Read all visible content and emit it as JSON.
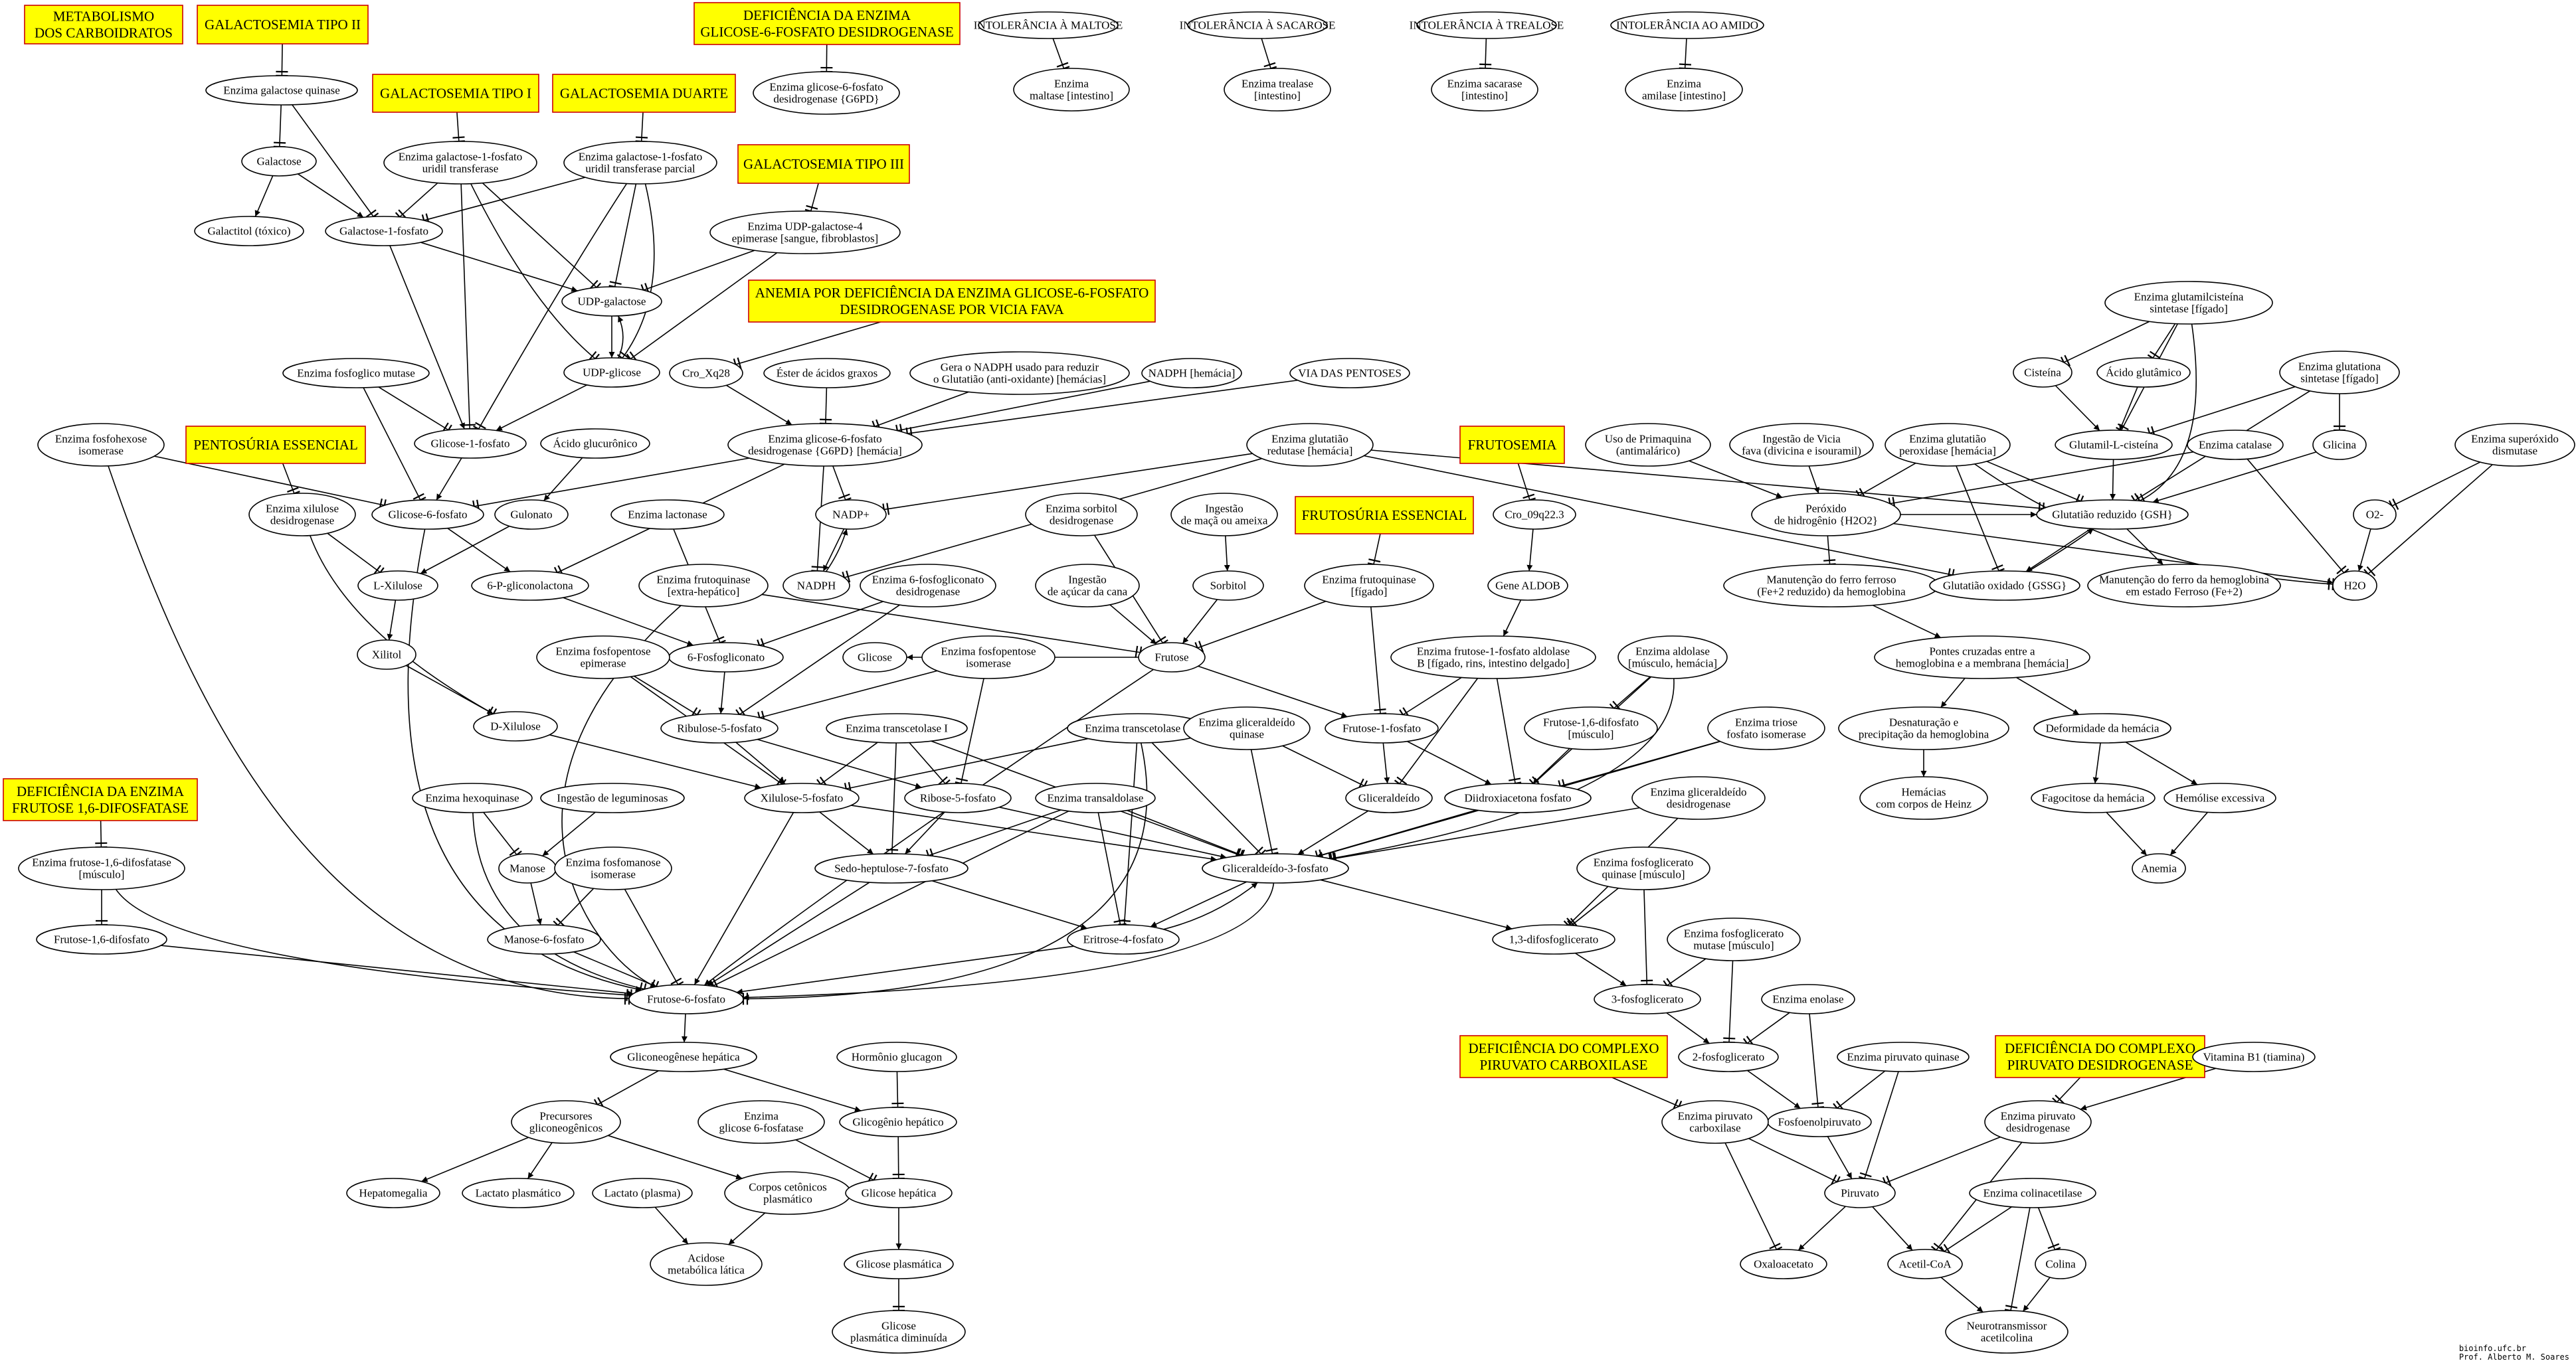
{
  "title": [
    "METABOLISMO",
    "DOS CARBOIDRATOS"
  ],
  "credits": [
    "bioinfo.ufc.br",
    "Prof. Alberto M. Soares"
  ],
  "colors": {
    "box_fill": "#ffff00",
    "box_stroke": "#cc0000",
    "title_text": "#ff0000",
    "edge": "#000000",
    "node_stroke": "#000000"
  },
  "boxes": {
    "b_gal2": [
      "GALACTOSEMIA TIPO II"
    ],
    "b_gal1": [
      "GALACTOSEMIA TIPO I"
    ],
    "b_galduarte": [
      "GALACTOSEMIA DUARTE"
    ],
    "b_gal3": [
      "GALACTOSEMIA TIPO III"
    ],
    "b_g6pd": [
      "DEFICIÊNCIA DA ENZIMA",
      "GLICOSE-6-FOSFATO DESIDROGENASE"
    ],
    "b_anemia": [
      "ANEMIA POR DEFICIÊNCIA DA ENZIMA GLICOSE-6-FOSFATO",
      "DESIDROGENASE POR VICIA FAVA"
    ],
    "b_pentos": [
      "PENTOSÚRIA ESSENCIAL"
    ],
    "b_frutosemia": [
      "FRUTOSEMIA"
    ],
    "b_frutosuria": [
      "FRUTOSÚRIA ESSENCIAL"
    ],
    "b_f16": [
      "DEFICIÊNCIA DA ENZIMA",
      "FRUTOSE 1,6-DIFOSFATASE"
    ],
    "b_pc": [
      "DEFICIÊNCIA DO COMPLEXO",
      "PIRUVATO CARBOXILASE"
    ],
    "b_pdh": [
      "DEFICIÊNCIA DO COMPLEXO",
      "PIRUVATO DESIDROGENASE"
    ]
  },
  "nodes": {
    "int_maltose": [
      "INTOLERÂNCIA À MALTOSE"
    ],
    "int_sacarose": [
      "INTOLERÂNCIA À SACAROSE"
    ],
    "int_trealose": [
      "INTOLERÂNCIA À TREALOSE"
    ],
    "int_amido": [
      "INTOLERÂNCIA AO AMIDO"
    ],
    "e_maltase": [
      "Enzima",
      "maltase [intestino]"
    ],
    "e_trealase": [
      "Enzima trealase",
      "[intestino]"
    ],
    "e_sacarase": [
      "Enzima sacarase",
      "[intestino]"
    ],
    "e_amilase": [
      "Enzima",
      "amilase [intestino]"
    ],
    "e_g6pd1": [
      "Enzima glicose-6-fosfato",
      "desidrogenase {G6PD}"
    ],
    "e_galquinase": [
      "Enzima galactose quinase"
    ],
    "galactose": [
      "Galactose"
    ],
    "galactitol": [
      "Galactitol (tóxico)"
    ],
    "gal1p": [
      "Galactose-1-fosfato"
    ],
    "e_galt": [
      "Enzima galactose-1-fosfato",
      "uridil transferase"
    ],
    "e_galtp": [
      "Enzima galactose-1-fosfato",
      "uridil transferase parcial"
    ],
    "e_galepi": [
      "Enzima UDP-galactose-4",
      "epimerase [sangue, fibroblastos]"
    ],
    "udpgal": [
      "UDP-galactose"
    ],
    "udpglc": [
      "UDP-glicose"
    ],
    "e_fosfoglicomutase": [
      "Enzima fosfoglico mutase"
    ],
    "glc1p": [
      "Glicose-1-fosfato"
    ],
    "cro_xq28": [
      "Cro_Xq28"
    ],
    "ester": [
      "Éster de ácidos graxos"
    ],
    "gera_nadph": [
      "Gera o NADPH usado para reduzir",
      "o Glutatião (anti-oxidante) [hemácias]"
    ],
    "nadph_hem": [
      "NADPH [hemácia]"
    ],
    "via_pent": [
      "VIA DAS PENTOSES"
    ],
    "e_g6pd2": [
      "Enzima glicose-6-fosfato",
      "desidrogenase {G6PD} [hemácia]"
    ],
    "e_fosfohexose": [
      "Enzima fosfohexose",
      "isomerase"
    ],
    "acido_glucuronico": [
      "Ácido glucurônico"
    ],
    "e_xilulose": [
      "Enzima xilulose",
      "desidrogenase"
    ],
    "glc6p": [
      "Glicose-6-fosfato"
    ],
    "gulonato": [
      "Gulonato"
    ],
    "e_lactonase": [
      "Enzima lactonase"
    ],
    "lxilulose": [
      "L-Xilulose"
    ],
    "p6glac": [
      "6-P-gliconolactona"
    ],
    "xilitol": [
      "Xilitol"
    ],
    "dxilulose": [
      "D-Xilulose"
    ],
    "nadpplus": [
      "NADP+"
    ],
    "nadph": [
      "NADPH"
    ],
    "e_glutred": [
      "Enzima glutatião",
      "redutase [hemácia]"
    ],
    "e_sorbitol": [
      "Enzima sorbitol",
      "desidrogenase"
    ],
    "ing_maca": [
      "Ingestão",
      "de maçã ou ameixa"
    ],
    "sorbitol": [
      "Sorbitol"
    ],
    "e_frutoquinase_ext": [
      "Enzima frutoquinase",
      "[extra-hepático]"
    ],
    "e_6pgd": [
      "Enzima 6-fosfogliconato",
      "desidrogenase"
    ],
    "ing_cana": [
      "Ingestão",
      "de açúcar da cana"
    ],
    "p6gluconato": [
      "6-Fosfogliconato"
    ],
    "glicose": [
      "Glicose"
    ],
    "frutose": [
      "Frutose"
    ],
    "e_fosfopent_epi": [
      "Enzima fosfopentose",
      "epimerase"
    ],
    "e_fosfopent_iso": [
      "Enzima fosfopentose",
      "isomerase"
    ],
    "ribulose5p": [
      "Ribulose-5-fosfato"
    ],
    "e_transcet1": [
      "Enzima transcetolase I"
    ],
    "e_transcet2": [
      "Enzima transcetolase II"
    ],
    "xilulose5p": [
      "Xilulose-5-fosfato"
    ],
    "ribose5p": [
      "Ribose-5-fosfato"
    ],
    "e_hexoquinase": [
      "Enzima hexoquinase"
    ],
    "ing_leg": [
      "Ingestão de leguminosas"
    ],
    "manose": [
      "Manose"
    ],
    "e_fosfomanose": [
      "Enzima fosfomanose",
      "isomerase"
    ],
    "manose6p": [
      "Manose-6-fosfato"
    ],
    "e_transaldolase": [
      "Enzima transaldolase"
    ],
    "sedo7p": [
      "Sedo-heptulose-7-fosfato"
    ],
    "eritrose4p": [
      "Eritrose-4-fosfato"
    ],
    "e_f16dif": [
      "Enzima frutose-1,6-difosfatase",
      "[músculo]"
    ],
    "f16dif": [
      "Frutose-1,6-difosfato"
    ],
    "f6p": [
      "Frutose-6-fosfato"
    ],
    "e_frutoquinase_fig": [
      "Enzima frutoquinase",
      "[fígado]"
    ],
    "cro_09q": [
      "Cro_09q22.3"
    ],
    "gene_aldob": [
      "Gene ALDOB"
    ],
    "e_aldob": [
      "Enzima frutose-1-fosfato aldolase",
      "B [fígado, rins, intestino delgado]"
    ],
    "e_aldolase": [
      "Enzima aldolase",
      "[músculo, hemácia]"
    ],
    "f1p": [
      "Frutose-1-fosfato"
    ],
    "f16dif_m": [
      "Frutose-1,6-difosfato",
      "[músculo]"
    ],
    "e_gliceraldeido_q": [
      "Enzima gliceraldeído",
      "quinase"
    ],
    "gliceraldeido": [
      "Gliceraldeído"
    ],
    "dhap": [
      "Diidroxiacetona fosfato"
    ],
    "e_triose": [
      "Enzima triose",
      "fosfato isomerase"
    ],
    "e_gapdh": [
      "Enzima gliceraldeído",
      "desidrogenase"
    ],
    "g3p": [
      "Gliceraldeído-3-fosfato"
    ],
    "e_fosfoglicerato_q": [
      "Enzima fosfoglicerato",
      "quinase [músculo]"
    ],
    "bpg13": [
      "1,3-difosfoglicerato"
    ],
    "e_fosfoglicerato_m": [
      "Enzima fosfoglicerato",
      "mutase [músculo]"
    ],
    "pg3": [
      "3-fosfoglicerato"
    ],
    "e_enolase": [
      "Enzima enolase"
    ],
    "pg2": [
      "2-fosfoglicerato"
    ],
    "e_piruvato_q": [
      "Enzima piruvato quinase"
    ],
    "pep": [
      "Fosfoenolpiruvato"
    ],
    "e_pc": [
      "Enzima piruvato",
      "carboxilase"
    ],
    "piruvato": [
      "Piruvato"
    ],
    "oxaloacetato": [
      "Oxaloacetato"
    ],
    "acetilcoa": [
      "Acetil-CoA"
    ],
    "vitb1": [
      "Vitamina B1 (tiamina)"
    ],
    "e_pdh": [
      "Enzima piruvato",
      "desidrogenase"
    ],
    "e_colinacetilase": [
      "Enzima colinacetilase"
    ],
    "colina": [
      "Colina"
    ],
    "neuro": [
      "Neurotransmissor",
      "acetilcolina"
    ],
    "gliconeo": [
      "Gliconeogênese hepática"
    ],
    "glucagon": [
      "Hormônio glucagon"
    ],
    "precursores": [
      "Precursores",
      "gliconeogênicos"
    ],
    "e_g6pase": [
      "Enzima",
      "glicose 6-fosfatase"
    ],
    "glicogenio": [
      "Glicogênio hepático"
    ],
    "hepatomegalia": [
      "Hepatomegalia"
    ],
    "lactato_plasm": [
      "Lactato plasmático"
    ],
    "lactato_plasma": [
      "Lactato (plasma)"
    ],
    "corpos": [
      "Corpos cetônicos",
      "plasmático"
    ],
    "glicose_hep": [
      "Glicose hepática"
    ],
    "acidose": [
      "Acidose",
      "metabólica lática"
    ],
    "glicose_plasm": [
      "Glicose plasmática"
    ],
    "glicose_dim": [
      "Glicose",
      "plasmática diminuída"
    ],
    "e_glutamil": [
      "Enzima glutamilcisteína",
      "sintetase [fígado]"
    ],
    "cisteina": [
      "Cisteína"
    ],
    "ac_glutamico": [
      "Ácido glutâmico"
    ],
    "e_glutationa_s": [
      "Enzima glutationa",
      "sintetase [fígado]"
    ],
    "primaquina": [
      "Uso de Primaquina",
      "(antimalárico)"
    ],
    "vicia": [
      "Ingestão de Vicia",
      "fava (divicina e isouramil)"
    ],
    "e_gpx": [
      "Enzima glutatião",
      "peroxidase [hemácia]"
    ],
    "glutamil_cis": [
      "Glutamil-L-cisteína"
    ],
    "e_catalase": [
      "Enzima catalase"
    ],
    "glicina": [
      "Glicina"
    ],
    "e_sod": [
      "Enzima superóxido",
      "dismutase"
    ],
    "peroxido": [
      "Peróxido",
      "de hidrogênio {H2O2}"
    ],
    "gsh": [
      "Glutatião reduzido {GSH}"
    ],
    "o2": [
      "O2-"
    ],
    "manut1": [
      "Manutenção do ferro ferroso",
      "(Fe+2 reduzido) da hemoglobina"
    ],
    "gssg": [
      "Glutatião oxidado {GSSG}"
    ],
    "manut2": [
      "Manutenção do ferro da hemoglobina",
      "em estado Ferroso (Fe+2)"
    ],
    "h2o": [
      "H2O"
    ],
    "pontes": [
      "Pontes cruzadas entre a",
      "hemoglobina e a membrana [hemácia]"
    ],
    "desnaturacao": [
      "Desnaturação e",
      "precipitação da hemoglobina"
    ],
    "deformidade": [
      "Deformidade da hemácia"
    ],
    "heinz": [
      "Hemácias",
      "com corpos de Heinz"
    ],
    "fagocitose": [
      "Fagocitose da hemácia"
    ],
    "hemolise": [
      "Hemólise excessiva"
    ],
    "anemia": [
      "Anemia"
    ]
  }
}
